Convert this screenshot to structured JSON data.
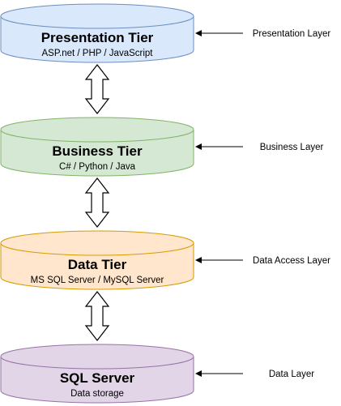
{
  "tiers": [
    {
      "title": "Presentation Tier",
      "subtitle": "ASP.net / PHP / JavaScript",
      "fill": "#dae8fc",
      "stroke": "#6c8ebf",
      "layer": "Presentation Layer"
    },
    {
      "title": "Business Tier",
      "subtitle": "C# / Python / Java",
      "fill": "#d5e8d4",
      "stroke": "#82b366",
      "layer": "Business Layer"
    },
    {
      "title": "Data Tier",
      "subtitle": "MS SQL Server / MySQL Server",
      "fill": "#ffe6cc",
      "stroke": "#d79b00",
      "layer": "Data Access Layer"
    },
    {
      "title": "SQL Server",
      "subtitle": "Data storage",
      "fill": "#e1d5e7",
      "stroke": "#9673a6",
      "layer": "Data Layer"
    }
  ],
  "connector_color": "#000000"
}
